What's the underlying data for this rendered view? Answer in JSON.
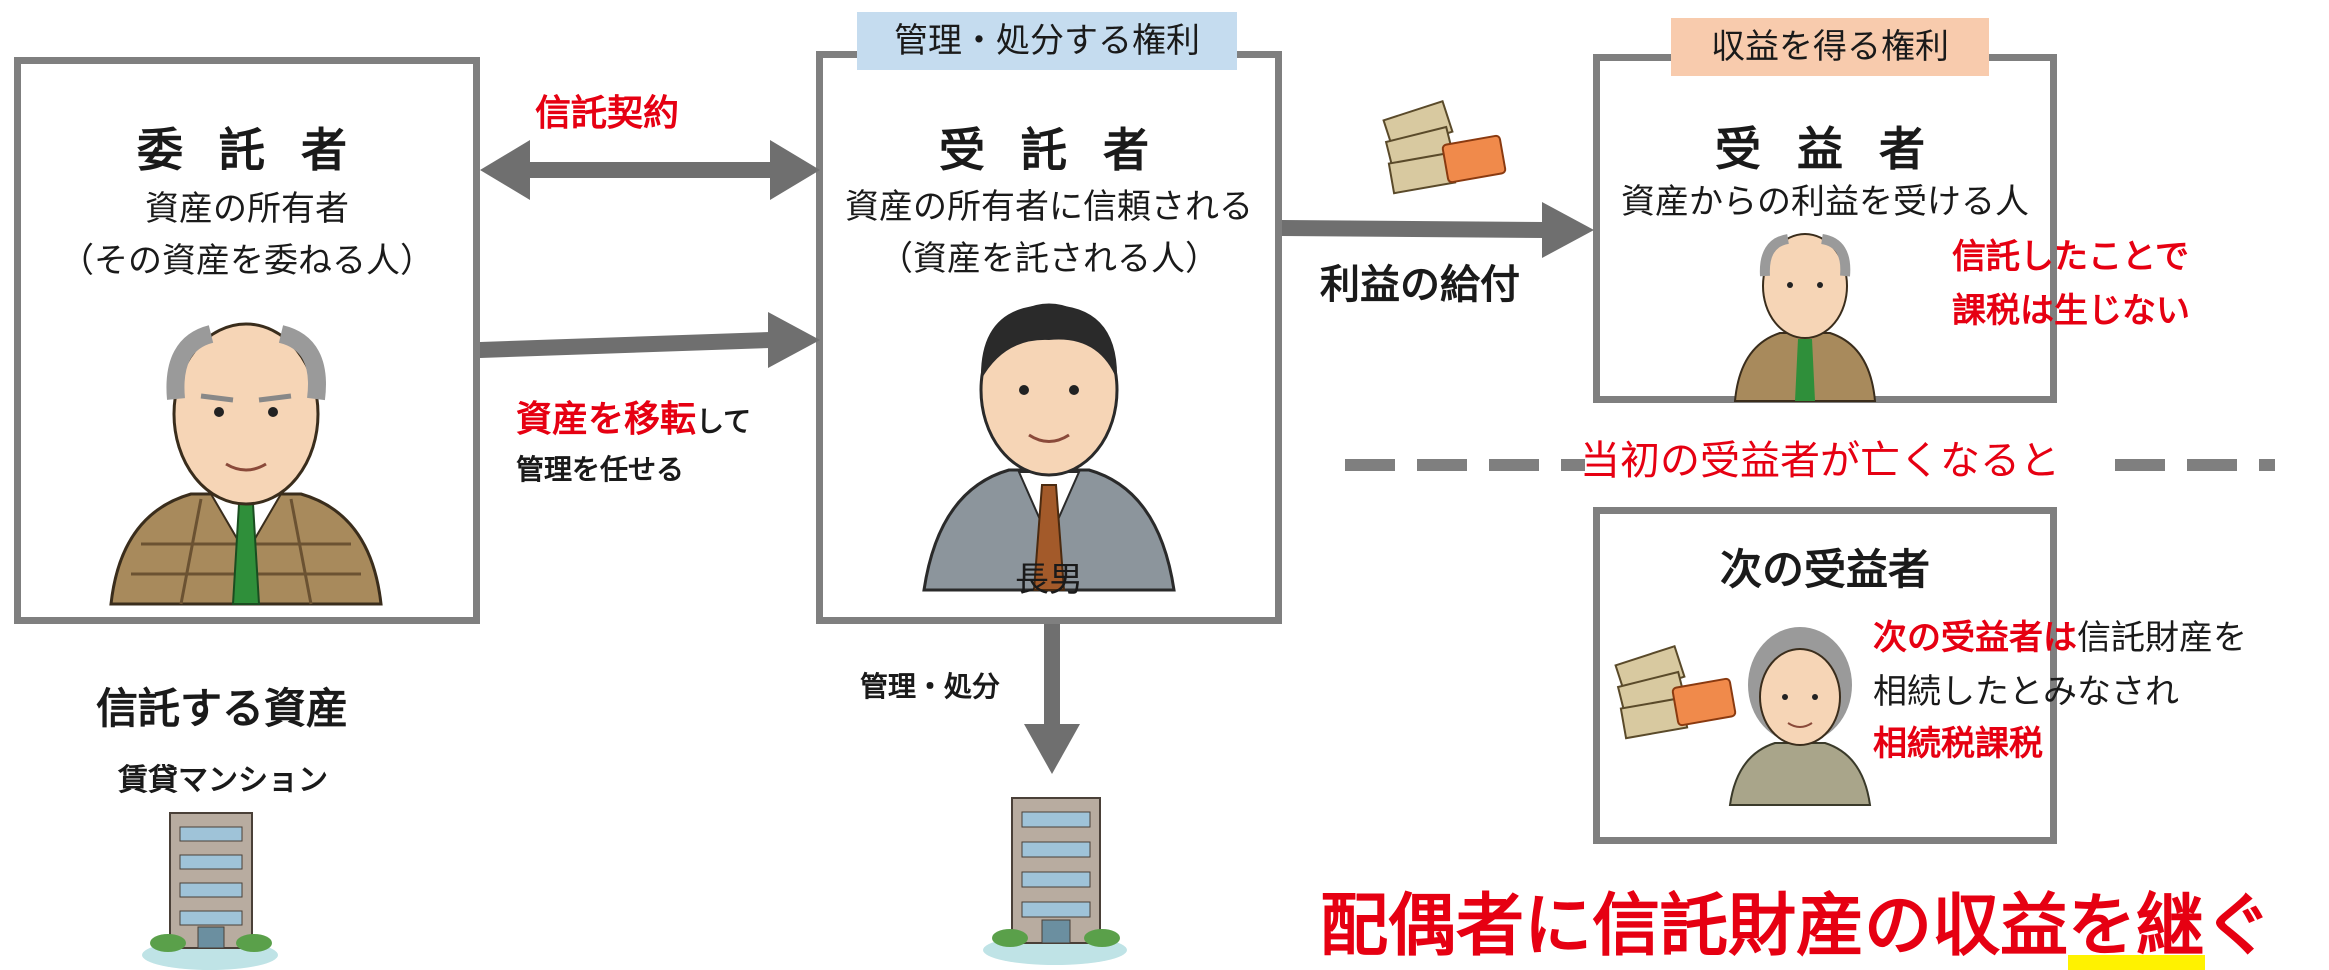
{
  "settlor": {
    "title": "委 託 者",
    "desc_line1": "資産の所有者",
    "desc_line2": "（その資産を委ねる人）"
  },
  "trustee": {
    "tag": "管理・処分する権利",
    "title": "受 託 者",
    "desc_line1": "資産の所有者に信頼される",
    "desc_line2": "（資産を託される人）",
    "name": "長男"
  },
  "beneficiary": {
    "tag": "収益を得る権利",
    "title": "受 益 者",
    "desc": "資産からの利益を受ける人",
    "note_line1": "信託したことで",
    "note_line2": "課税は生じない"
  },
  "next_beneficiary": {
    "title": "次の受益者",
    "note_red": "次の受益者は",
    "note_rest": "信託財産を",
    "note_line2": "相続したとみなされ",
    "note_line3": "相続税課税"
  },
  "arrows": {
    "contract": "信託契約",
    "transfer_red": "資産を移転",
    "transfer_suffix": "して",
    "transfer_line2": "管理を任せる",
    "benefit": "利益の給付",
    "manage": "管理・処分"
  },
  "divider_text": "当初の受益者が亡くなると",
  "asset": {
    "title": "信託する資産",
    "subtitle": "賃貸マンション"
  },
  "headline": "配偶者に信託財産の収益を継ぐ",
  "colors": {
    "accent_red": "#e60012",
    "border_gray": "#7f7f7f",
    "tag_blue": "#c5dcef",
    "tag_orange": "#f8cbad",
    "highlight_yellow": "#fff200"
  }
}
